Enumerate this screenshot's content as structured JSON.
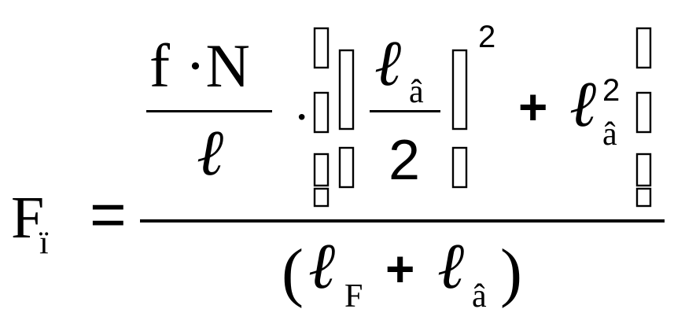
{
  "formula": {
    "lhs": {
      "symbol": "F",
      "subscript": "ï"
    },
    "equals": "=",
    "numerator": {
      "fraction": {
        "numerator": "f ·N",
        "denominator": "ℓ"
      },
      "dot": "·",
      "inner_fraction": {
        "numerator": "ℓ",
        "numerator_subscript": "â",
        "denominator": "2"
      },
      "exponent": "2",
      "plus": "+",
      "term": {
        "symbol": "ℓ",
        "superscript": "2",
        "subscript": "â"
      }
    },
    "denominator": {
      "open_paren": "(",
      "term1": {
        "symbol": "ℓ",
        "subscript": "F"
      },
      "plus": "+",
      "term2": {
        "symbol": "ℓ",
        "subscript": "â"
      },
      "close_paren": ")"
    }
  }
}
